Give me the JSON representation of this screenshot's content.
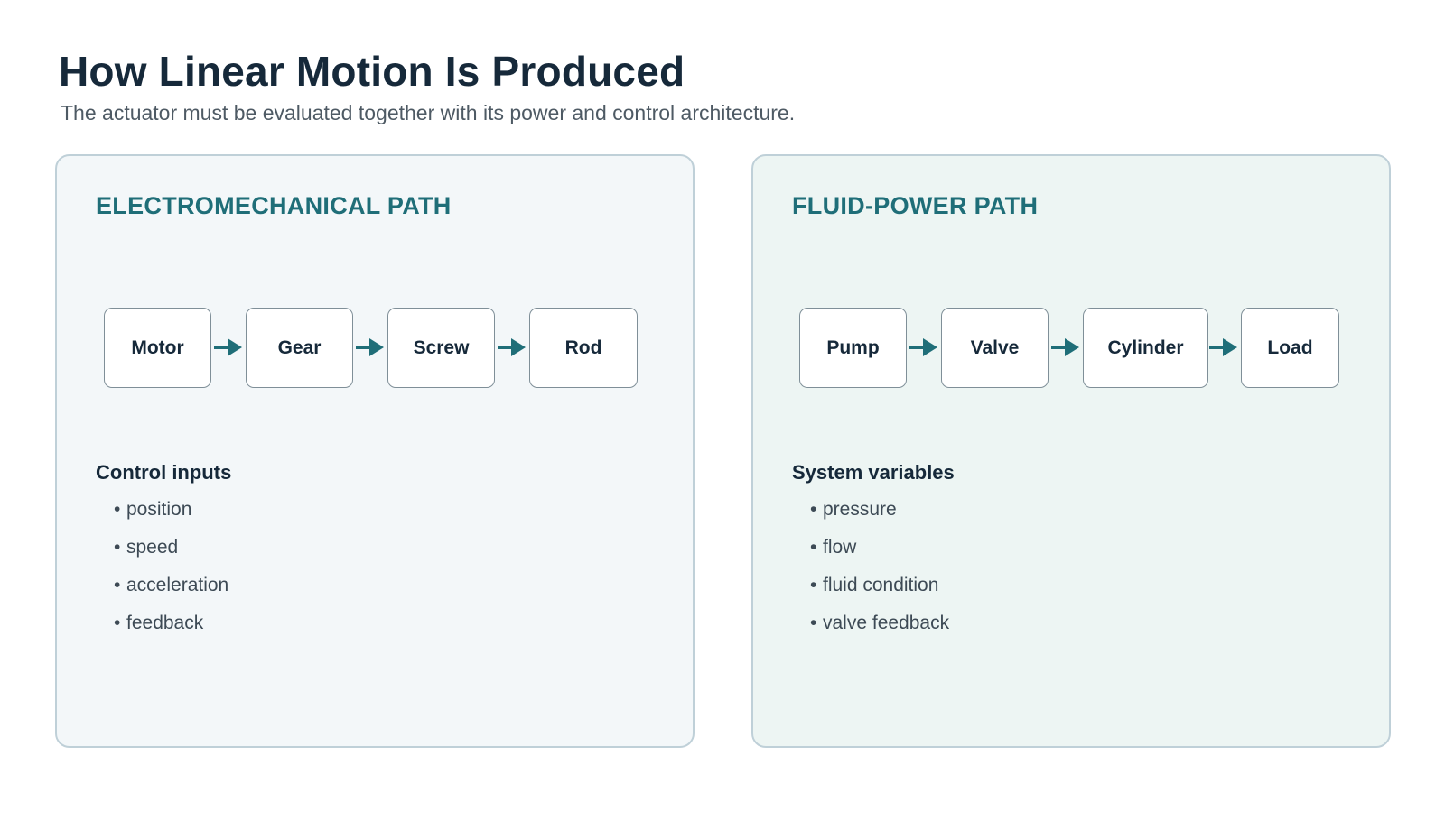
{
  "header": {
    "title": "How Linear Motion Is Produced",
    "subtitle": "The actuator must be evaluated together with its power and control architecture."
  },
  "colors": {
    "accent": "#1f6e78",
    "title": "#16293a",
    "panel_left_bg": "#f3f7f9",
    "panel_right_bg": "#edf5f3",
    "panel_border": "#bfd0d8"
  },
  "panels": [
    {
      "heading": "ELECTROMECHANICAL PATH",
      "flow": [
        "Motor",
        "Gear",
        "Screw",
        "Rod"
      ],
      "list_title": "Control inputs",
      "list": [
        "position",
        "speed",
        "acceleration",
        "feedback"
      ]
    },
    {
      "heading": "FLUID-POWER PATH",
      "flow": [
        "Pump",
        "Valve",
        "Cylinder",
        "Load"
      ],
      "list_title": "System variables",
      "list": [
        "pressure",
        "flow",
        "fluid condition",
        "valve feedback"
      ]
    }
  ],
  "icons": {
    "arrow": "arrow-right-icon",
    "bullet": "bullet-dot-icon"
  }
}
